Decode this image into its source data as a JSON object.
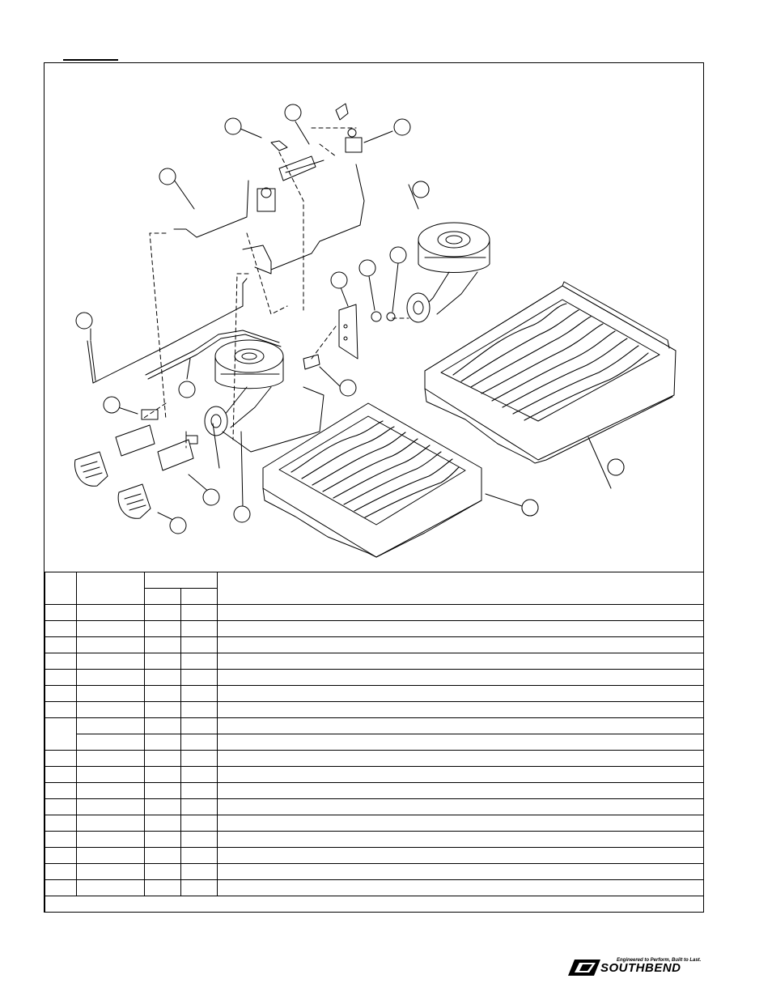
{
  "logo": {
    "tagline": "Engineered to Perform, Built to Last.",
    "wordmark": "SOUTHBEND",
    "brand_color": "#000000"
  },
  "diagram": {
    "callouts": [
      "",
      "",
      "",
      "",
      "",
      "",
      "",
      "",
      "",
      "",
      "",
      "",
      "",
      "",
      "",
      "",
      ""
    ]
  },
  "table": {
    "row_count": 18
  }
}
